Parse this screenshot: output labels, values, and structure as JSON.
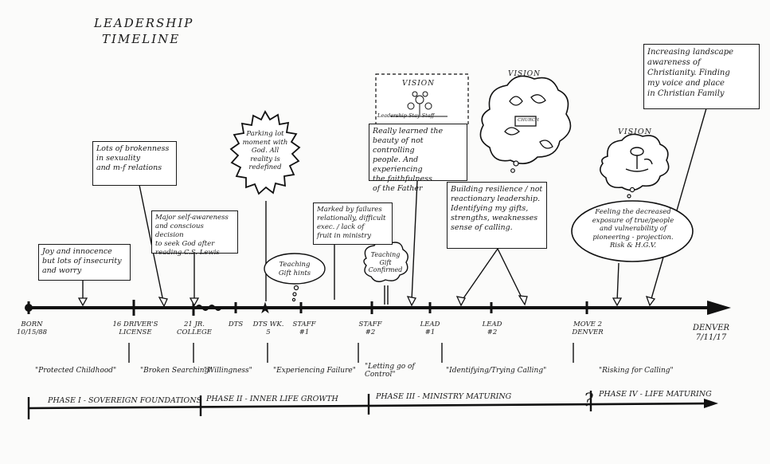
{
  "title": {
    "line1": "LEADERSHIP",
    "line2": "TIMELINE"
  },
  "milestones": [
    {
      "line1": "BORN",
      "line2": "10/15/88"
    },
    {
      "line1": "16 DRIVER'S",
      "line2": "LICENSE"
    },
    {
      "line1": "21 JR.",
      "line2": "COLLEGE"
    },
    {
      "line1": "DTS",
      "line2": ""
    },
    {
      "line1": "DTS WK.",
      "line2": "5"
    },
    {
      "line1": "STAFF",
      "line2": "#1"
    },
    {
      "line1": "STAFF",
      "line2": "#2"
    },
    {
      "line1": "LEAD",
      "line2": "#1"
    },
    {
      "line1": "LEAD",
      "line2": "#2"
    },
    {
      "line1": "MOVE 2",
      "line2": "DENVER"
    },
    {
      "line1": "DENVER",
      "line2": "7/11/17"
    }
  ],
  "themes": [
    "\"Protected Childhood\"",
    "\"Broken Searching\"",
    "\"Willingness\"",
    "\"Experiencing Failure\"",
    "\"Letting go of\nControl\"",
    "\"Identifying/Trying Calling\"",
    "\"Risking for Calling\""
  ],
  "phases": [
    "PHASE I - SOVEREIGN FOUNDATIONS",
    "PHASE II - INNER LIFE GROWTH",
    "PHASE III - MINISTRY MATURING",
    "PHASE IV - LIFE MATURING"
  ],
  "phase_marker": "?",
  "notes": {
    "innocence": [
      "Joy and innocence",
      "but lots of insecurity",
      "and worry"
    ],
    "brokenness": [
      "Lots of brokenness",
      "in sexuality",
      "and m-f relations"
    ],
    "self_awareness": [
      "Major self-awareness",
      "and conscious decision",
      "to seek God after",
      "reading C.S. Lewis"
    ],
    "parking_lot": [
      "Parking lot",
      "moment with",
      "God. All",
      "reality is",
      "redefined"
    ],
    "failure": [
      "Marked by failures",
      "relationally, difficult",
      "exec. / lack of",
      "fruit in ministry"
    ],
    "control": [
      "Really learned the",
      "beauty of not controlling",
      "people. And experiencing",
      "the faithfulness",
      "of the Father"
    ],
    "resilience": [
      "Building resilience / not",
      "reactionary leadership.",
      "Identifying my gifts,",
      "strengths, weaknesses",
      "sense of calling."
    ],
    "risk": [
      "Feeling the decreased",
      "exposure of true/people",
      "and vulnerability of",
      "pioneering - projection.",
      "Risk & H.G.V."
    ],
    "landscape": [
      "Increasing landscape",
      "awareness of",
      "Christianity. Finding",
      "my voice and place",
      "in Christian Family"
    ],
    "teaching_hint": [
      "Teaching",
      "Gift hints"
    ],
    "teaching_confirmed": [
      "Teaching",
      "Gift",
      "Confirmed"
    ],
    "vision_left": "VISION",
    "vision_left_caption": "Leadership  Stay Staff",
    "vision_mid": "VISION",
    "vision_mid_inner": "CHURCH",
    "vision_right": "VISION"
  }
}
